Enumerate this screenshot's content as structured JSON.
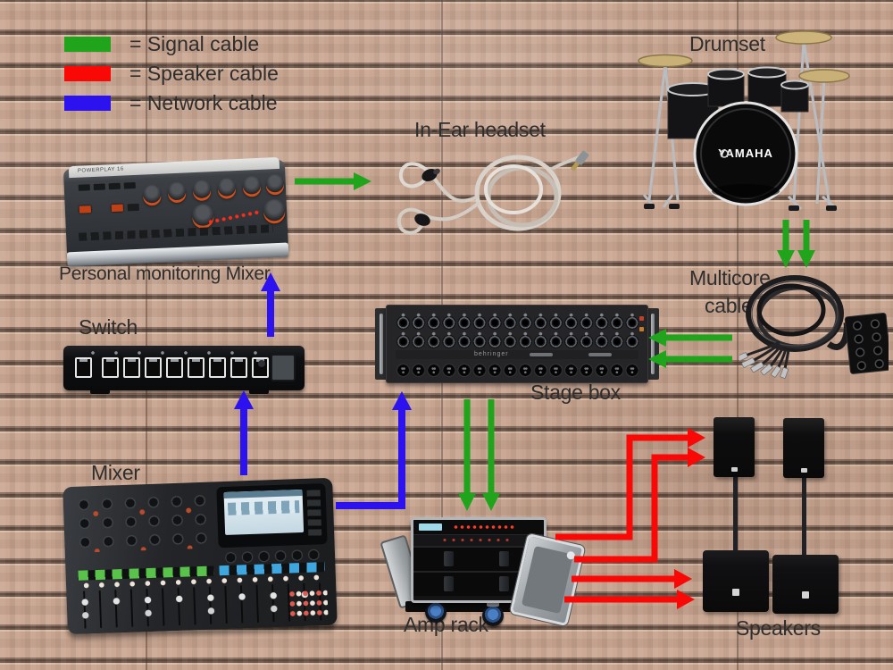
{
  "legend": {
    "items": [
      {
        "id": "signal",
        "label": "= Signal cable",
        "color": "#1fa41c"
      },
      {
        "id": "speaker",
        "label": "= Speaker cable",
        "color": "#f90805"
      },
      {
        "id": "network",
        "label": "= Network cable",
        "color": "#2b12ee"
      }
    ]
  },
  "labels": {
    "drumset": "Drumset",
    "in_ear": "In-Ear headset",
    "personal_monitor": "Personal monitoring Mixer",
    "multicore_line1": "Multicore",
    "multicore_line2": "cable",
    "switch": "Switch",
    "stage_box": "Stage box",
    "mixer": "Mixer",
    "amp_rack": "Amp rack",
    "speakers": "Speakers"
  },
  "brands": {
    "drums": "YAMAHA",
    "stagebox": "behringer",
    "monitor": "POWERPLAY 16"
  },
  "connections": [
    {
      "from": "Personal monitoring Mixer",
      "to": "In-Ear headset",
      "cable": "signal",
      "count": 1
    },
    {
      "from": "Drumset",
      "to": "Multicore cable",
      "cable": "signal",
      "count": 2
    },
    {
      "from": "Multicore cable",
      "to": "Stage box",
      "cable": "signal",
      "count": 2
    },
    {
      "from": "Stage box",
      "to": "Amp rack",
      "cable": "signal",
      "count": 2
    },
    {
      "from": "Amp rack",
      "to": "Speakers",
      "cable": "speaker",
      "count": 4
    },
    {
      "from": "Mixer",
      "to": "Switch",
      "cable": "network",
      "count": 1
    },
    {
      "from": "Switch",
      "to": "Personal monitoring Mixer",
      "cable": "network",
      "count": 1
    },
    {
      "from": "Mixer",
      "to": "Stage box",
      "cable": "network",
      "count": 1
    }
  ]
}
